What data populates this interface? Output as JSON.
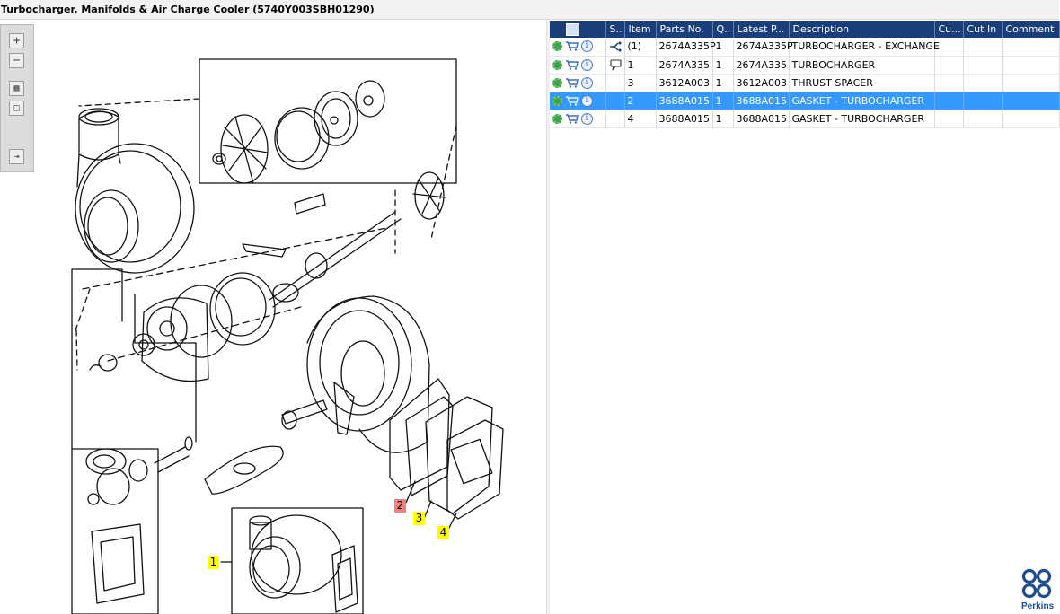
{
  "window": {
    "title": "Turbocharger, Manifolds & Air Charge Cooler (5740Y003SBH01290)"
  },
  "toolbar": {
    "zoom_in_icon": "zoom-in-icon",
    "zoom_out_icon": "zoom-out-icon",
    "fit_icon": "fit-page-icon",
    "actual_size_icon": "actual-size-icon",
    "export_icon": "export-icon"
  },
  "callouts": [
    {
      "label": "1",
      "color": "yellow"
    },
    {
      "label": "2",
      "color": "red"
    },
    {
      "label": "3",
      "color": "yellow"
    },
    {
      "label": "4",
      "color": "yellow"
    }
  ],
  "grid": {
    "columns": {
      "icons": "",
      "status": "S..",
      "item": "Item",
      "parts_no": "Parts No.",
      "qty": "Q..",
      "latest": "Latest P...",
      "description": "Description",
      "cu": "Cu...",
      "cut_in": "Cut In",
      "comment": "Comment"
    },
    "rows": [
      {
        "status_icon": "tree-branch-icon",
        "item": "(1)",
        "parts_no": "2674A335P",
        "qty": "1",
        "latest": "2674A335P",
        "description": "TURBOCHARGER - EXCHANGE",
        "cu": "",
        "cut_in": "",
        "comment": "",
        "selected": false
      },
      {
        "status_icon": "comment-icon",
        "item": "1",
        "parts_no": "2674A335",
        "qty": "1",
        "latest": "2674A335",
        "description": "TURBOCHARGER",
        "cu": "",
        "cut_in": "",
        "comment": "",
        "selected": false
      },
      {
        "status_icon": "",
        "item": "3",
        "parts_no": "3612A003",
        "qty": "1",
        "latest": "3612A003",
        "description": "THRUST SPACER",
        "cu": "",
        "cut_in": "",
        "comment": "",
        "selected": false
      },
      {
        "status_icon": "",
        "item": "2",
        "parts_no": "3688A015",
        "qty": "1",
        "latest": "3688A015",
        "description": "GASKET - TURBOCHARGER",
        "cu": "",
        "cut_in": "",
        "comment": "",
        "selected": true
      },
      {
        "status_icon": "",
        "item": "4",
        "parts_no": "3688A015",
        "qty": "1",
        "latest": "3688A015",
        "description": "GASKET - TURBOCHARGER",
        "cu": "",
        "cut_in": "",
        "comment": "",
        "selected": false
      }
    ]
  },
  "brand": {
    "name": "Perkins",
    "color": "#1e4b8f"
  },
  "colors": {
    "header_bg": "#1a3d7c",
    "selected_row": "#3399ff",
    "callout_yellow": "#ffff00",
    "callout_red": "#f08080"
  }
}
